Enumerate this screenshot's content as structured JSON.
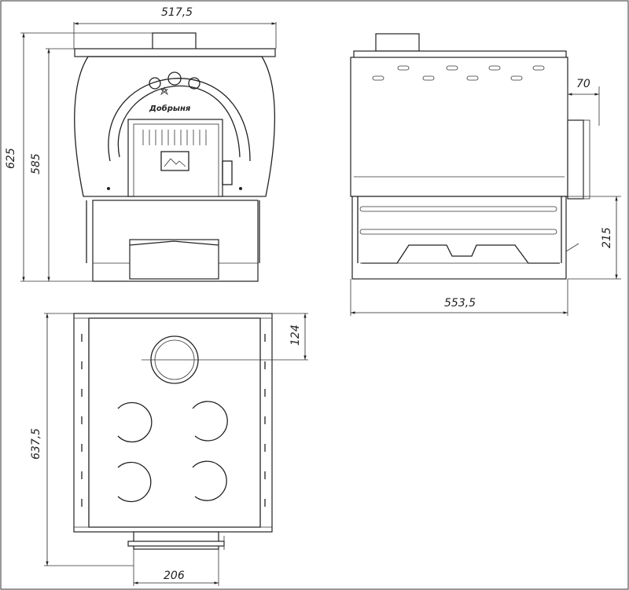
{
  "diagram": {
    "dimensions": {
      "front_width": "517,5",
      "front_height_total": "625",
      "front_height_body": "585",
      "side_flue_offset": "70",
      "side_base_height": "215",
      "side_width": "553,5",
      "top_flue_offset": "124",
      "top_depth": "637,5",
      "top_flue_width": "206"
    },
    "logo_text": "Добрыня"
  }
}
